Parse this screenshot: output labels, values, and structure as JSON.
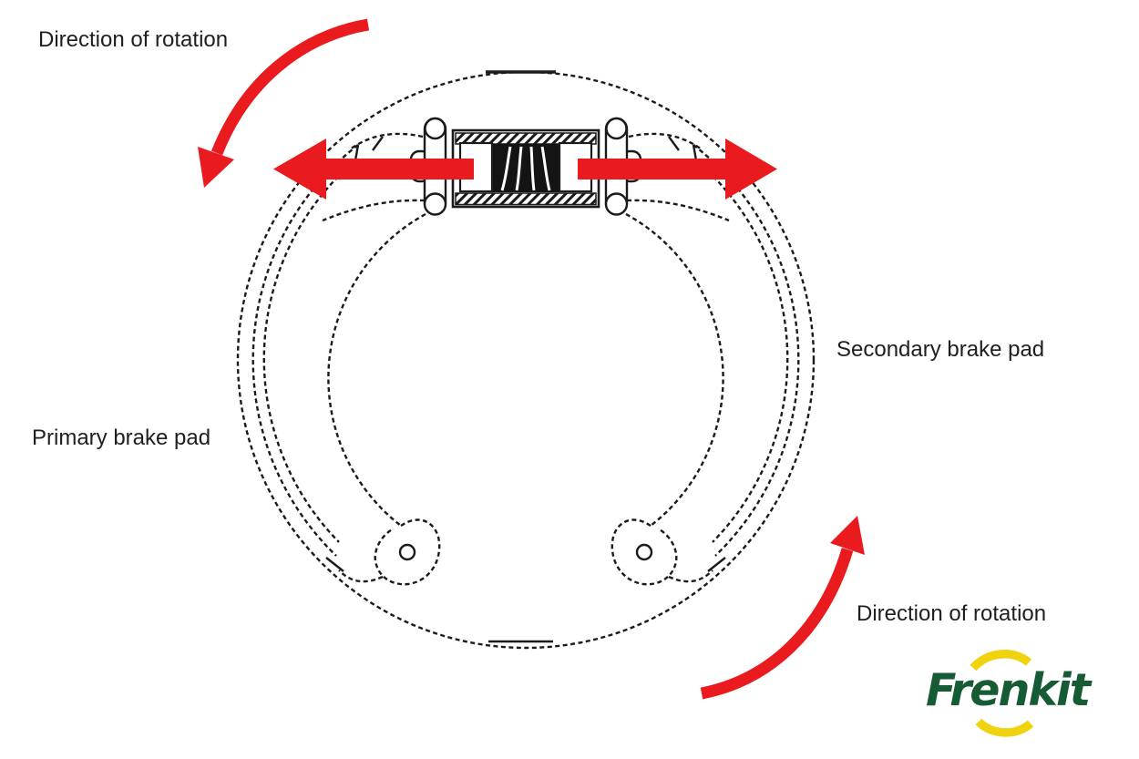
{
  "labels": {
    "direction_top_left": "Direction of rotation",
    "direction_bottom_right": "Direction of rotation",
    "primary_brake_pad": "Primary brake pad",
    "secondary_brake_pad": "Secondary brake pad"
  },
  "logo": {
    "text": "Frenkit",
    "green": "#175b34",
    "yellow": "#f0d20e"
  },
  "colors": {
    "arrow_red": "#ea1b1e",
    "line_black": "#1b1b1b",
    "background": "#ffffff"
  },
  "icons": {
    "rotation_arrow_top_left": "curved-arrow-counterclockwise",
    "rotation_arrow_bottom_right": "curved-arrow-counterclockwise",
    "expansion_arrow_left": "thick-arrow-left",
    "expansion_arrow_right": "thick-arrow-right",
    "logo_arcs": "yellow-circle-arcs"
  }
}
